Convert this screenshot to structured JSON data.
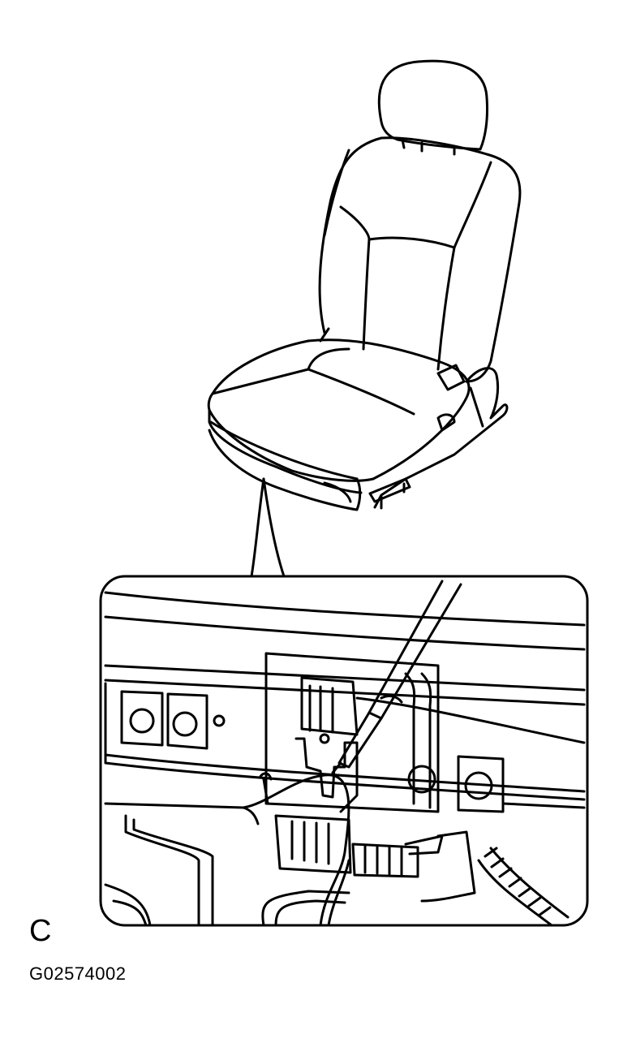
{
  "diagram": {
    "view_label": "C",
    "figure_code": "G02574002",
    "line_color": "#000000",
    "background_color": "#ffffff",
    "icons": [
      "seat-illustration",
      "detail-magnifier",
      "screwdriver-icon",
      "connector-icon",
      "wire-harness-icon"
    ]
  }
}
